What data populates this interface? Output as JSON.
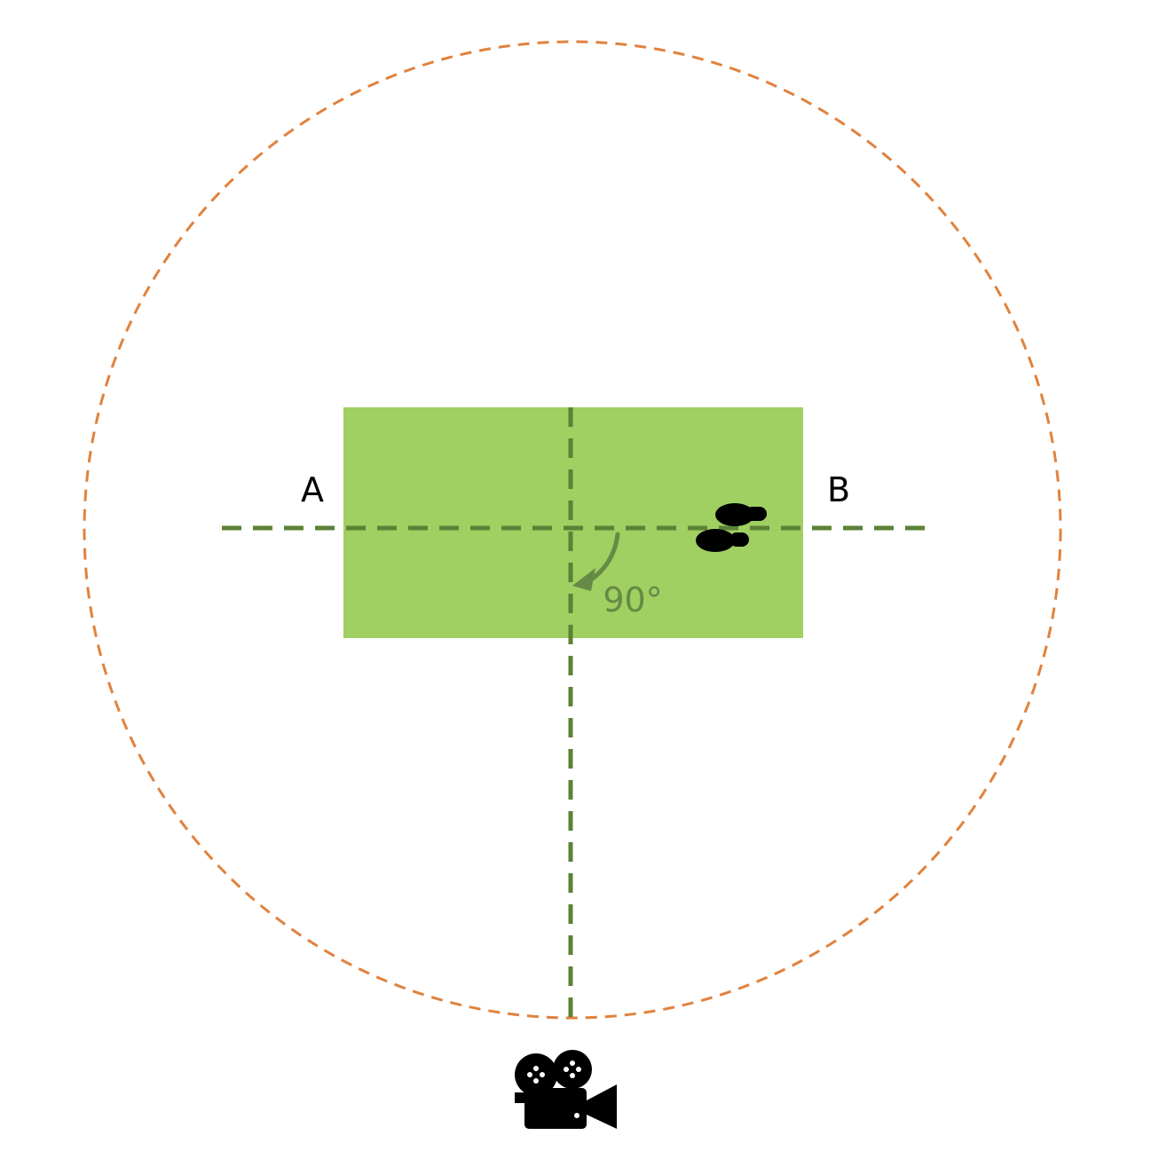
{
  "labels": {
    "point_a": "A",
    "point_b": "B",
    "angle": "90°"
  },
  "icons": {
    "footsteps": "footprints-icon",
    "camera": "movie-camera-icon"
  },
  "colors": {
    "background": "#ffffff",
    "stage_fill": "#a0cf62",
    "axis_line": "#5b8236",
    "angle_arrow": "#668a45",
    "circle": "#e0823e",
    "text": "#000000",
    "icon": "#000000"
  }
}
